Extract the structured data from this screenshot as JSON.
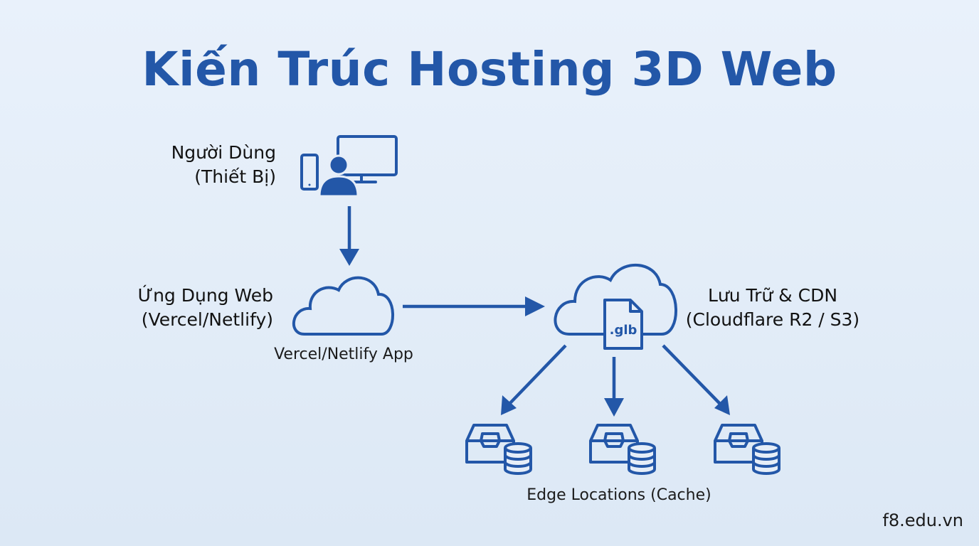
{
  "title": "Kiến Trúc Hosting 3D Web",
  "nodes": {
    "user": {
      "line1": "Người Dùng",
      "line2": "(Thiết Bị)",
      "icon": "user-devices-icon"
    },
    "web_app": {
      "line1": "Ứng Dụng Web",
      "line2": "(Vercel/Netlify)",
      "caption": "Vercel/Netlify App",
      "icon": "cloud-icon"
    },
    "storage_cdn": {
      "line1": "Lưu Trữ & CDN",
      "line2": "(Cloudflare R2 / S3)",
      "file_label": ".glb",
      "icon": "cloud-file-icon"
    },
    "edge": {
      "caption": "Edge Locations (Cache)",
      "count": 3,
      "icon": "edge-server-icon"
    }
  },
  "watermark": "f8.edu.vn",
  "colors": {
    "primary": "#2357a8",
    "background": "#e6eef8"
  }
}
